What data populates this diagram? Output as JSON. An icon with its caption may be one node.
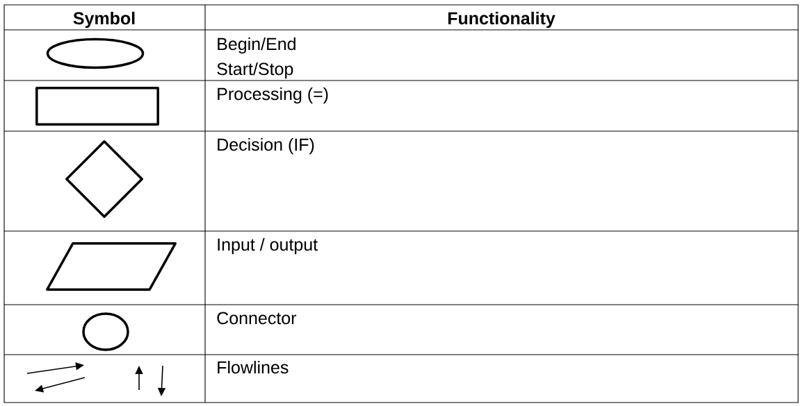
{
  "diagram": {
    "nodes": [
      {
        "text": [],
        "shape": "ellipse"
      },
      {
        "text": [],
        "shape": "box"
      },
      {
        "text": [],
        "shape": "diamond"
      },
      {
        "text": [],
        "shape": "parallelogram"
      },
      {
        "text": [],
        "shape": "circle"
      }
    ],
    "labels": [
      "Symbol",
      "Functionality",
      "Begin/End",
      "Start/Stop",
      "Processing (=)",
      "Decision (IF)",
      "Input / output",
      "Connector",
      "Flowlines"
    ]
  }
}
